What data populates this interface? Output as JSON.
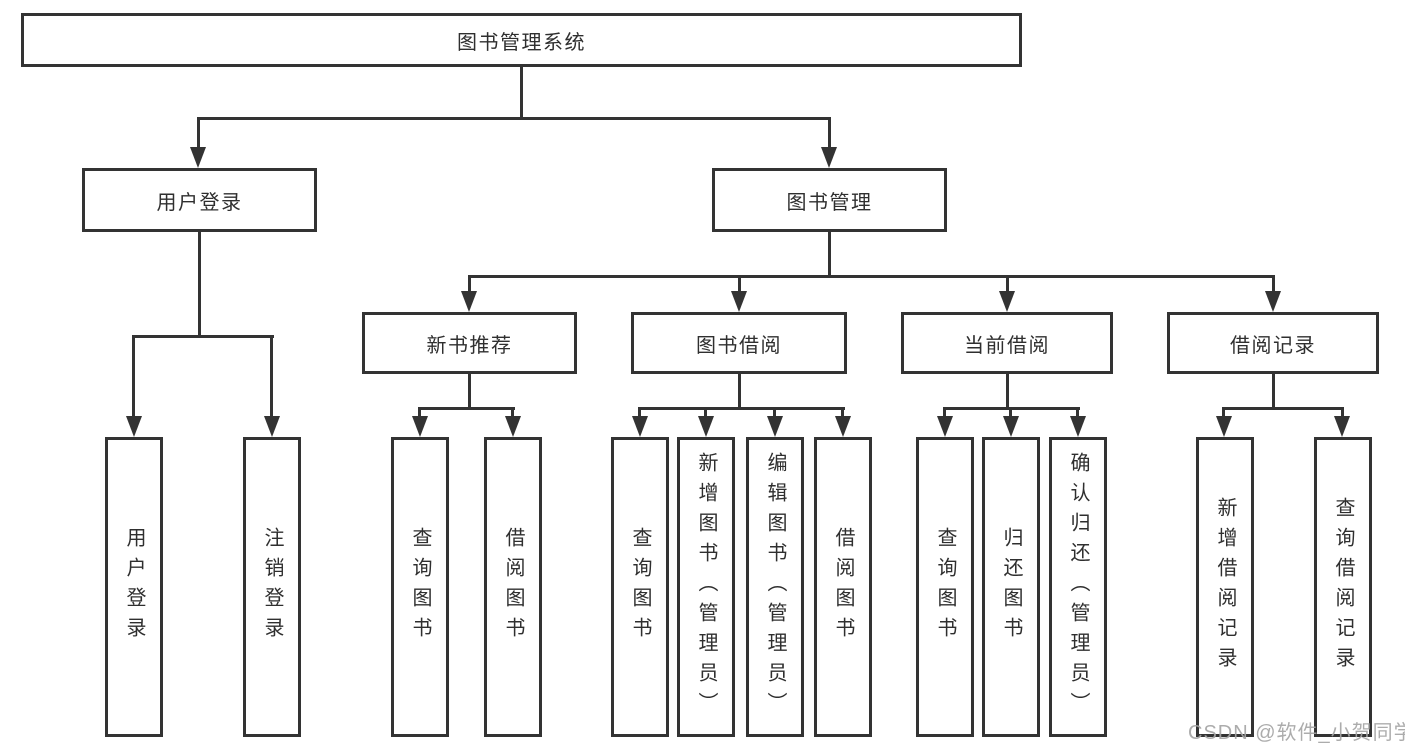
{
  "tree": {
    "label": "图书管理系统",
    "children": [
      {
        "label": "用户登录",
        "children": [
          {
            "label": "用户登录"
          },
          {
            "label": "注销登录"
          }
        ]
      },
      {
        "label": "图书管理",
        "children": [
          {
            "label": "新书推荐",
            "children": [
              {
                "label": "查询图书"
              },
              {
                "label": "借阅图书"
              }
            ]
          },
          {
            "label": "图书借阅",
            "children": [
              {
                "label": "查询图书"
              },
              {
                "label": "新增图书（管理员）"
              },
              {
                "label": "编辑图书（管理员）"
              },
              {
                "label": "借阅图书"
              }
            ]
          },
          {
            "label": "当前借阅",
            "children": [
              {
                "label": "查询图书"
              },
              {
                "label": "归还图书"
              },
              {
                "label": "确认归还（管理员）"
              }
            ]
          },
          {
            "label": "借阅记录",
            "children": [
              {
                "label": "新增借阅记录"
              },
              {
                "label": "查询借阅记录"
              }
            ]
          }
        ]
      }
    ]
  },
  "watermark": {
    "label": "CSDN @软件_小贺同学"
  },
  "colors": {
    "line": "#333333",
    "text": "#2f2f2f",
    "watermark": "#a5a5a5"
  }
}
